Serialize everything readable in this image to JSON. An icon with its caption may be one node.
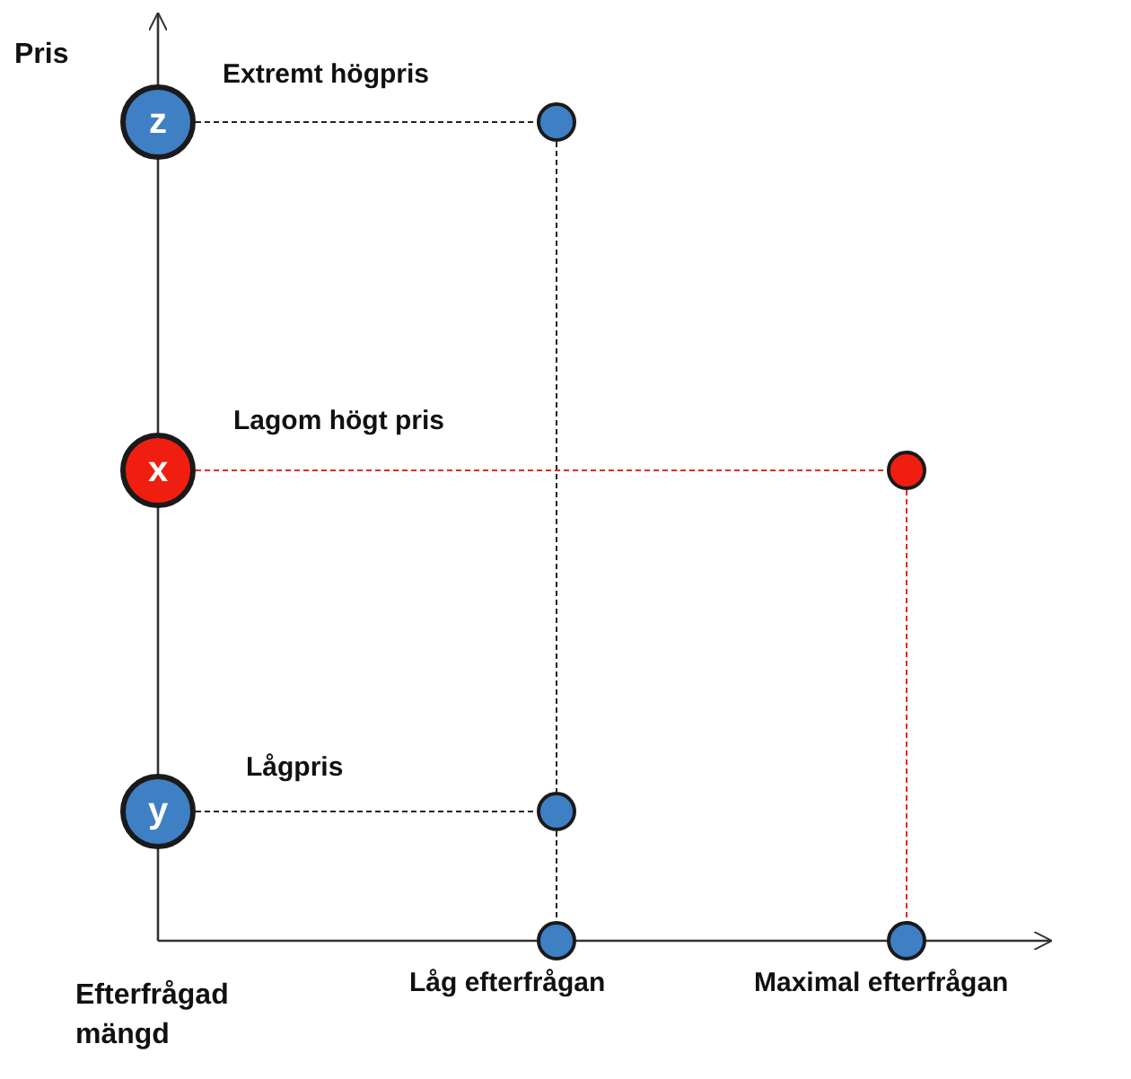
{
  "diagram": {
    "nodes": [
      {
        "text": [
          "z"
        ],
        "beside": [
          "Extremt högpris"
        ]
      },
      {
        "text": [],
        "shape": "circle"
      },
      {
        "text": [
          "x"
        ],
        "beside": [
          "Lagom högt pris"
        ]
      },
      {
        "text": [],
        "shape": "circle"
      },
      {
        "text": [
          "y"
        ],
        "beside": [
          "Lågpris"
        ]
      },
      {
        "text": [],
        "shape": "circle"
      },
      {
        "text": [],
        "shape": "circle",
        "beside": [
          "Låg efterfrågan"
        ]
      },
      {
        "text": [],
        "shape": "circle",
        "beside": [
          "Maximal efterfrågan"
        ]
      }
    ],
    "edges": [
      {
        "from": 0,
        "to": 1,
        "arrow": "none",
        "style": "dashed"
      },
      {
        "from": 1,
        "to": 5,
        "arrow": "none",
        "style": "dashed"
      },
      {
        "from": 5,
        "to": 6,
        "arrow": "none",
        "style": "dashed"
      },
      {
        "from": 4,
        "to": 5,
        "arrow": "none",
        "style": "dashed"
      },
      {
        "from": 2,
        "to": 3,
        "arrow": "none",
        "style": "dashed",
        "color": "#e8281c"
      },
      {
        "from": 3,
        "to": 7,
        "arrow": "none",
        "style": "dashed",
        "color": "#e8281c"
      }
    ],
    "labels": [
      "Pris",
      "Efterfrågad mängd"
    ]
  }
}
